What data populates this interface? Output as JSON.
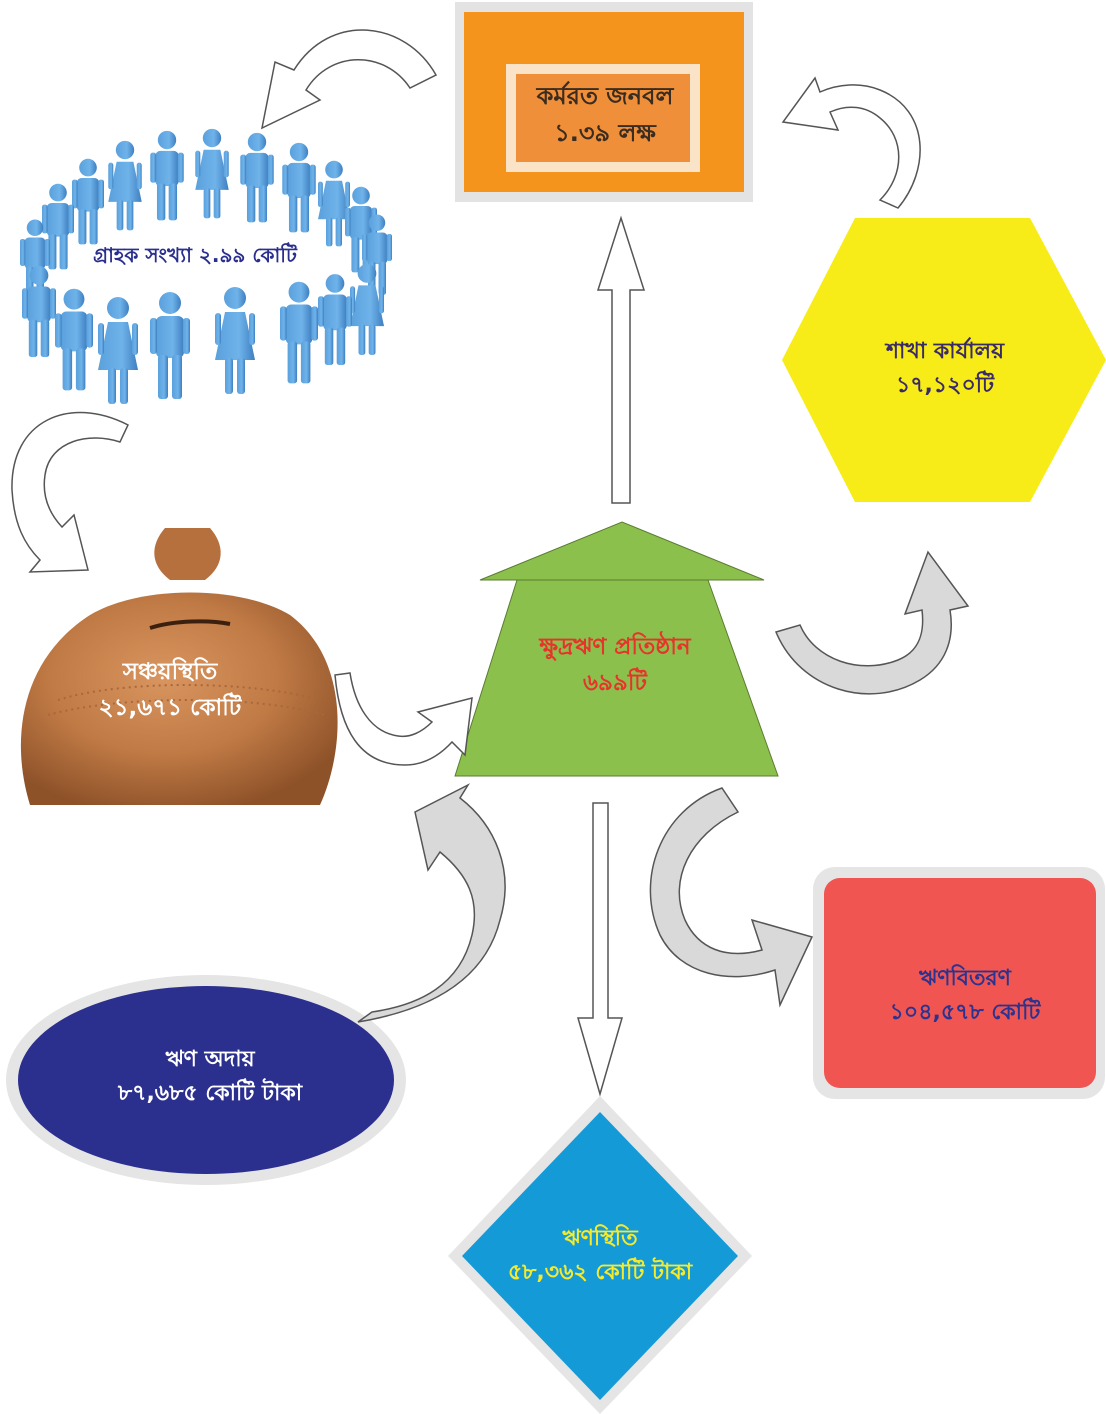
{
  "colors": {
    "workforce_outer": "#f5941c",
    "workforce_inner": "#ef8f3a",
    "branch_hex": "#f7ec17",
    "mfi_shape": "#8cc04d",
    "disbursement_box": "#f05551",
    "recovery_ellipse": "#2b2f8e",
    "outstanding_diamond": "#159ad8",
    "curved_arrow": "#d9d9d9"
  },
  "nodes": {
    "workforce": {
      "title": "কর্মরত জনবল",
      "value": "১.৩৯ লক্ষ"
    },
    "customers": {
      "label": "গ্রাহক সংখ্যা ২.৯৯ কোটি"
    },
    "branches": {
      "title": "শাখা কার্যালয়",
      "value": "১৭,১২০টি"
    },
    "savings": {
      "title": "সঞ্চয়স্থিতি",
      "value": "২১,৬৭১ কোটি"
    },
    "mfi": {
      "title": "ক্ষুদ্রঋণ প্রতিষ্ঠান",
      "value": "৬৯৯টি"
    },
    "disbursement": {
      "title": "ঋণবিতরণ",
      "value": "১০৪,৫৭৮ কোটি"
    },
    "recovery": {
      "title": "ঋণ অদায়",
      "value": "৮৭,৬৮৫ কোটি টাকা"
    },
    "outstanding": {
      "title": "ঋণস্থিতি",
      "value": "৫৮,৩৬২ কোটি টাকা"
    }
  }
}
